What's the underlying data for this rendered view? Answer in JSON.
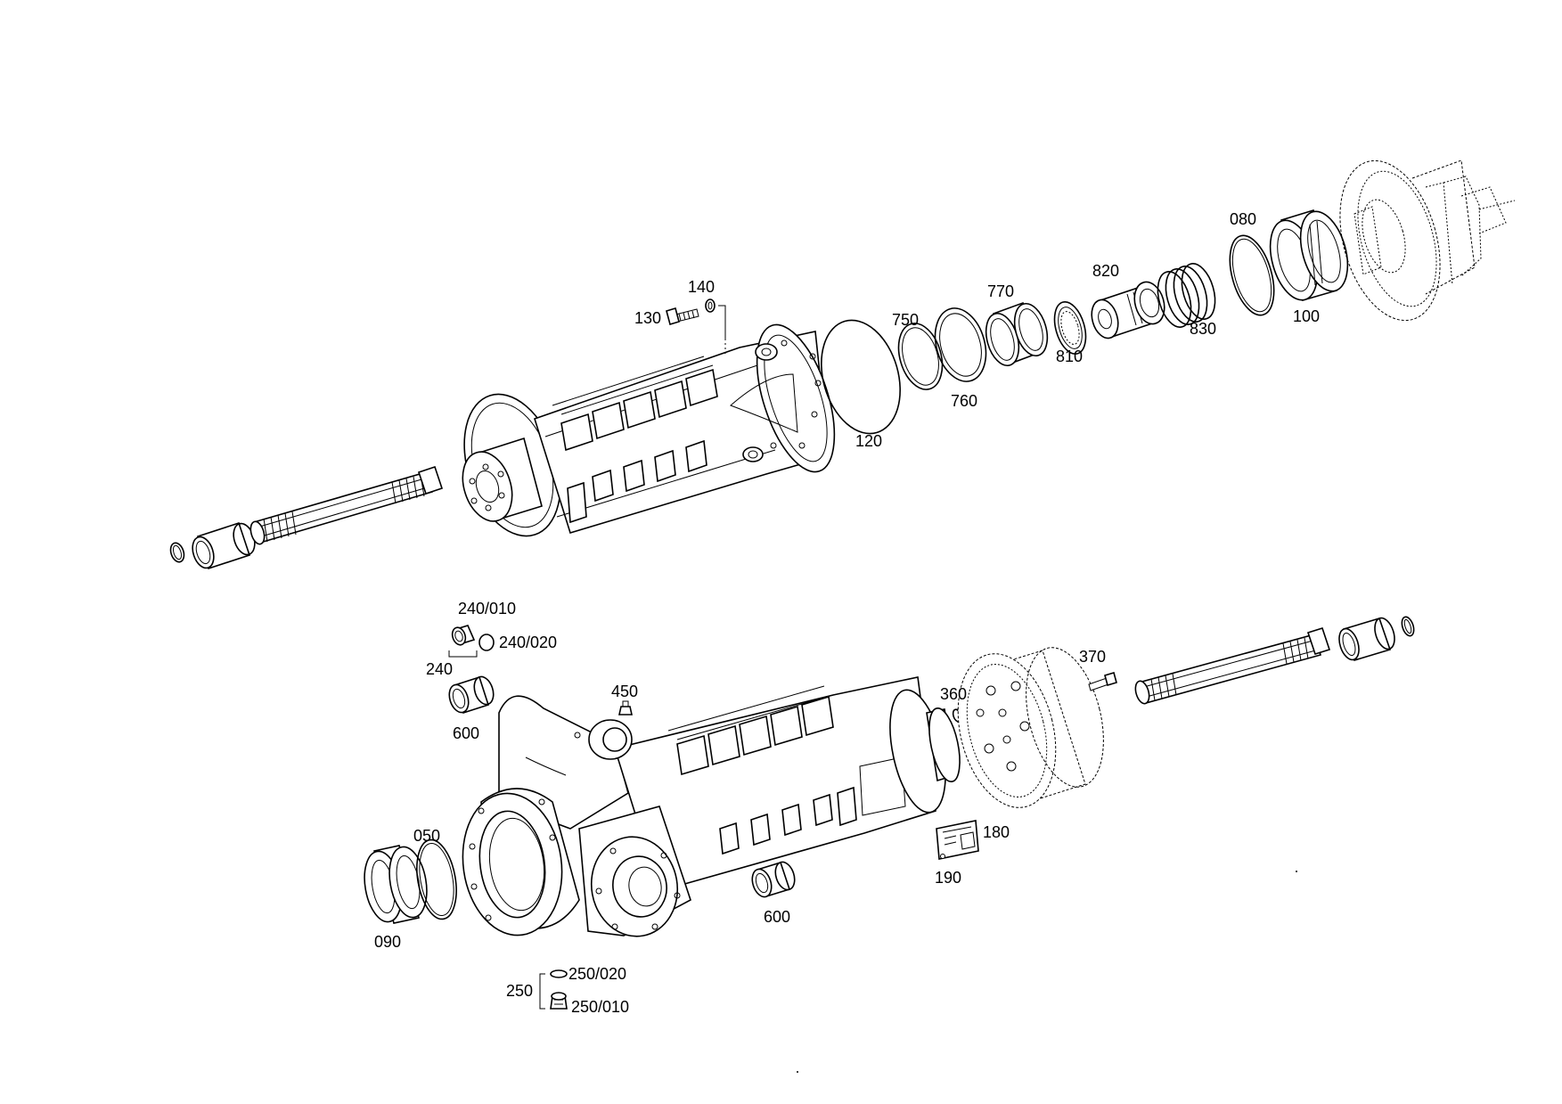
{
  "labels": {
    "p140": "140",
    "p130": "130",
    "p750": "750",
    "p770": "770",
    "p820": "820",
    "p080": "080",
    "p830": "830",
    "p100": "100",
    "p810": "810",
    "p760": "760",
    "p120": "120",
    "p240_010": "240/010",
    "p240_020": "240/020",
    "p240": "240",
    "p600a": "600",
    "p450": "450",
    "p360": "360",
    "p370": "370",
    "p180": "180",
    "p190": "190",
    "p050": "050",
    "p090": "090",
    "p600b": "600",
    "p250_020": "250/020",
    "p250": "250",
    "p250_010": "250/010"
  }
}
